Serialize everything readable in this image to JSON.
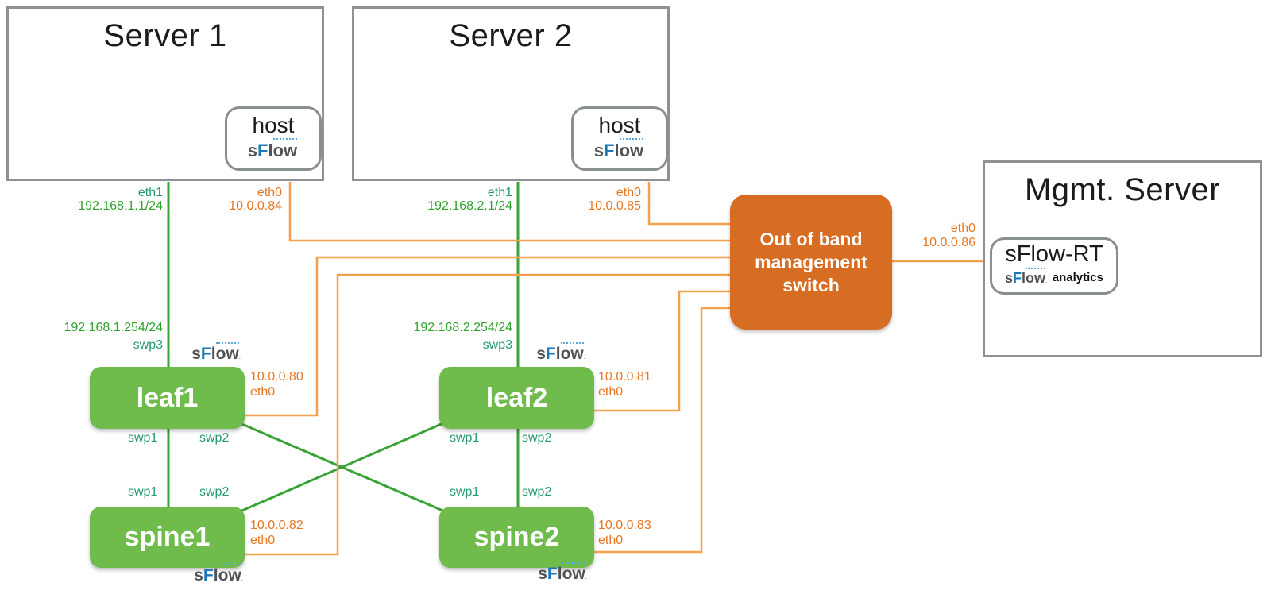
{
  "colors": {
    "green_box": "#6fbb4b",
    "green_line": "#3aa336",
    "green_text": "#2fa12c",
    "teal_text": "#279972",
    "orange_box": "#d76c23",
    "orange_line": "#f5a04c",
    "orange_text": "#e87722",
    "sflow_blue": "#1779ba",
    "sflow_dots": "#5ba6d8"
  },
  "logos": {
    "sflow": {
      "s": "s",
      "f": "F",
      "l": "l",
      "ow": "ow",
      "reg": "."
    }
  },
  "nodes": {
    "server1": {
      "title": "Server 1",
      "agent": "host"
    },
    "server2": {
      "title": "Server 2",
      "agent": "host"
    },
    "mgmt_server": {
      "title": "Mgmt. Server",
      "app": "sFlow-RT",
      "app_sub": "analytics"
    },
    "oob_switch": {
      "lines": [
        "Out of band",
        "management",
        "switch"
      ]
    },
    "leaf1": {
      "name": "leaf1",
      "mgmt_ip": "10.0.0.80",
      "mgmt_port": "eth0"
    },
    "leaf2": {
      "name": "leaf2",
      "mgmt_ip": "10.0.0.81",
      "mgmt_port": "eth0"
    },
    "spine1": {
      "name": "spine1",
      "mgmt_ip": "10.0.0.82",
      "mgmt_port": "eth0"
    },
    "spine2": {
      "name": "spine2",
      "mgmt_ip": "10.0.0.83",
      "mgmt_port": "eth0"
    }
  },
  "links": {
    "server1_eth1": {
      "port": "eth1",
      "ip": "192.168.1.1/24"
    },
    "server2_eth1": {
      "port": "eth1",
      "ip": "192.168.2.1/24"
    },
    "server1_eth0": {
      "port": "eth0",
      "ip": "10.0.0.84"
    },
    "server2_eth0": {
      "port": "eth0",
      "ip": "10.0.0.85"
    },
    "mgmt_eth0": {
      "port": "eth0",
      "ip": "10.0.0.86"
    },
    "leaf1_swp3": {
      "port": "swp3",
      "ip": "192.168.1.254/24"
    },
    "leaf2_swp3": {
      "port": "swp3",
      "ip": "192.168.2.254/24"
    },
    "leaf1_ports": {
      "swp1": "swp1",
      "swp2": "swp2"
    },
    "leaf2_ports": {
      "swp1": "swp1",
      "swp2": "swp2"
    },
    "spine1_ports": {
      "swp1": "swp1",
      "swp2": "swp2"
    },
    "spine2_ports": {
      "swp1": "swp1",
      "swp2": "swp2"
    }
  }
}
